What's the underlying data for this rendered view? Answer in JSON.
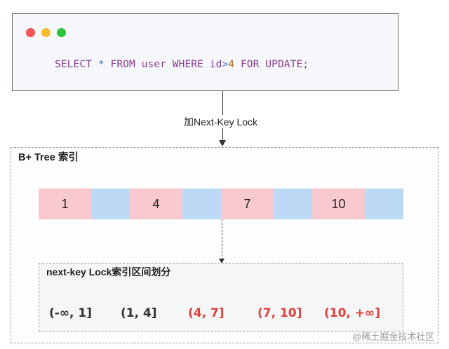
{
  "code": {
    "tokens": [
      {
        "text": "SELECT ",
        "kind": "kw"
      },
      {
        "text": "* ",
        "kind": "op"
      },
      {
        "text": "FROM ",
        "kind": "kw"
      },
      {
        "text": "user ",
        "kind": "plain"
      },
      {
        "text": "WHERE ",
        "kind": "kw"
      },
      {
        "text": "id",
        "kind": "plain"
      },
      {
        "text": ">",
        "kind": "op"
      },
      {
        "text": "4",
        "kind": "num"
      },
      {
        "text": " FOR UPDATE;",
        "kind": "kw"
      }
    ]
  },
  "arrow_label": "加Next-Key Lock",
  "tree": {
    "title": "B+ Tree 索引",
    "cells": [
      {
        "type": "key",
        "label": "1"
      },
      {
        "type": "gap",
        "label": ""
      },
      {
        "type": "key",
        "label": "4"
      },
      {
        "type": "gap",
        "label": ""
      },
      {
        "type": "key",
        "label": "7"
      },
      {
        "type": "gap",
        "label": ""
      },
      {
        "type": "key",
        "label": "10"
      },
      {
        "type": "gap",
        "label": ""
      }
    ]
  },
  "lock": {
    "title": "next-key Lock索引区间划分",
    "intervals": [
      {
        "text": "(-∞, 1]",
        "locked": false
      },
      {
        "text": "(1, 4]",
        "locked": false
      },
      {
        "text": "(4, 7]",
        "locked": true
      },
      {
        "text": "(7, 10]",
        "locked": true
      },
      {
        "text": "(10, +∞]",
        "locked": true
      }
    ]
  },
  "colors": {
    "key_cell": "#f9c9d0",
    "gap_cell": "#bcd9f5",
    "locked_interval": "#e0413a"
  },
  "watermark": "@稀土掘金技术社区"
}
